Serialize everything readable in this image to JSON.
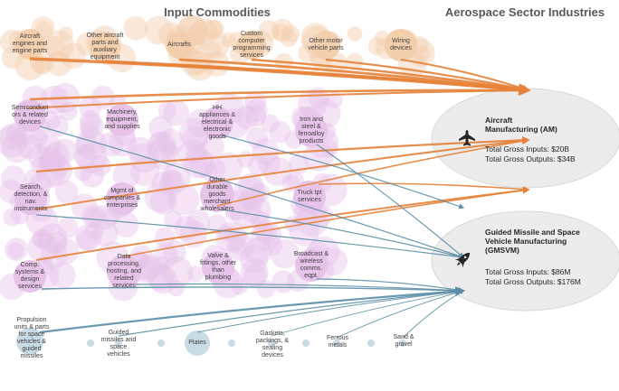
{
  "headers": {
    "left": "Input Commodities",
    "right": "Aerospace Sector Industries"
  },
  "colors": {
    "orange_bubble": "#f3cfae",
    "orange_arrow": "#e6823a",
    "pink_bubble": "#e7c3ea",
    "blue_bubble": "#c9dbe4",
    "blue_arrow": "#5b8ea6",
    "industry_fill": "#ececec"
  },
  "industries": {
    "am": {
      "title": "Aircraft\nManufacturing (AM)",
      "inputs": "Total Gross Inputs: $20B",
      "outputs": "Total Gross Outputs: $34B",
      "icon": "airplane-icon"
    },
    "gmsvm": {
      "title": "Guided Missile and Space\nVehicle Manufacturing\n(GMSVM)",
      "inputs": "Total Gross Inputs: $86M",
      "outputs": "Total Gross Outputs: $176M",
      "icon": "rocket-icon"
    }
  },
  "commodities": [
    {
      "key": "aircraft-engines",
      "label": "Aircraft\nengines and\nengine parts"
    },
    {
      "key": "other-aircraft-parts",
      "label": "Other aircraft\nparts and\nauxiliary\nequipment"
    },
    {
      "key": "aircrafts",
      "label": "Aircrafts"
    },
    {
      "key": "custom-programming",
      "label": "Custom\ncomputer\nprogramming\nservices"
    },
    {
      "key": "other-motor-vehicle-parts",
      "label": "Other motor\nvehicle parts"
    },
    {
      "key": "wiring-devices",
      "label": "Wiring\ndevices"
    },
    {
      "key": "semiconductors",
      "label": "Semiconduct\nors & related\ndevices"
    },
    {
      "key": "machinery",
      "label": "Machinery,\nequipment,\nand supplies"
    },
    {
      "key": "hh-appliances",
      "label": "HH\nappliances &\nelectrical &\nelectronic\ngoods"
    },
    {
      "key": "iron-steel",
      "label": "Iron and\nsteel &\nferroalloy\nproducts"
    },
    {
      "key": "search-detection",
      "label": "Search,\ndetection, &\nnav.\ninstruments"
    },
    {
      "key": "mgmt-companies",
      "label": "Mgmt of\ncompanies &\nenterprises"
    },
    {
      "key": "other-durable-goods",
      "label": "Other\ndurable\ngoods\nmerchant\nwholesalers"
    },
    {
      "key": "truck-transport",
      "label": "Truck tpt\nservices"
    },
    {
      "key": "comp-systems-design",
      "label": "Comp.\nsystems &\ndesign\nservices"
    },
    {
      "key": "data-processing",
      "label": "Data\nprocessing,\nhosting, and\nrelated\nservices"
    },
    {
      "key": "valve-fittings",
      "label": "Valve &\nfittings, other\nthan\nplumbing"
    },
    {
      "key": "broadcast-wireless",
      "label": "Broadcast &\nwireless\ncomms.\neqpt."
    },
    {
      "key": "propulsion-units",
      "label": "Propulsion\nunits & parts\nfor space\nvehicles &\nguided\nmissiles"
    },
    {
      "key": "guided-missiles",
      "label": "Guided\nmissiles and\nspace\nvehicles"
    },
    {
      "key": "plates",
      "label": "Plates"
    },
    {
      "key": "gaskets-packings",
      "label": "Gaskets,\npackings, &\nsealing\ndevices"
    },
    {
      "key": "ferrous-metals",
      "label": "Ferrous\nmetals"
    },
    {
      "key": "sand-gravel",
      "label": "Sand &\ngravel"
    }
  ]
}
